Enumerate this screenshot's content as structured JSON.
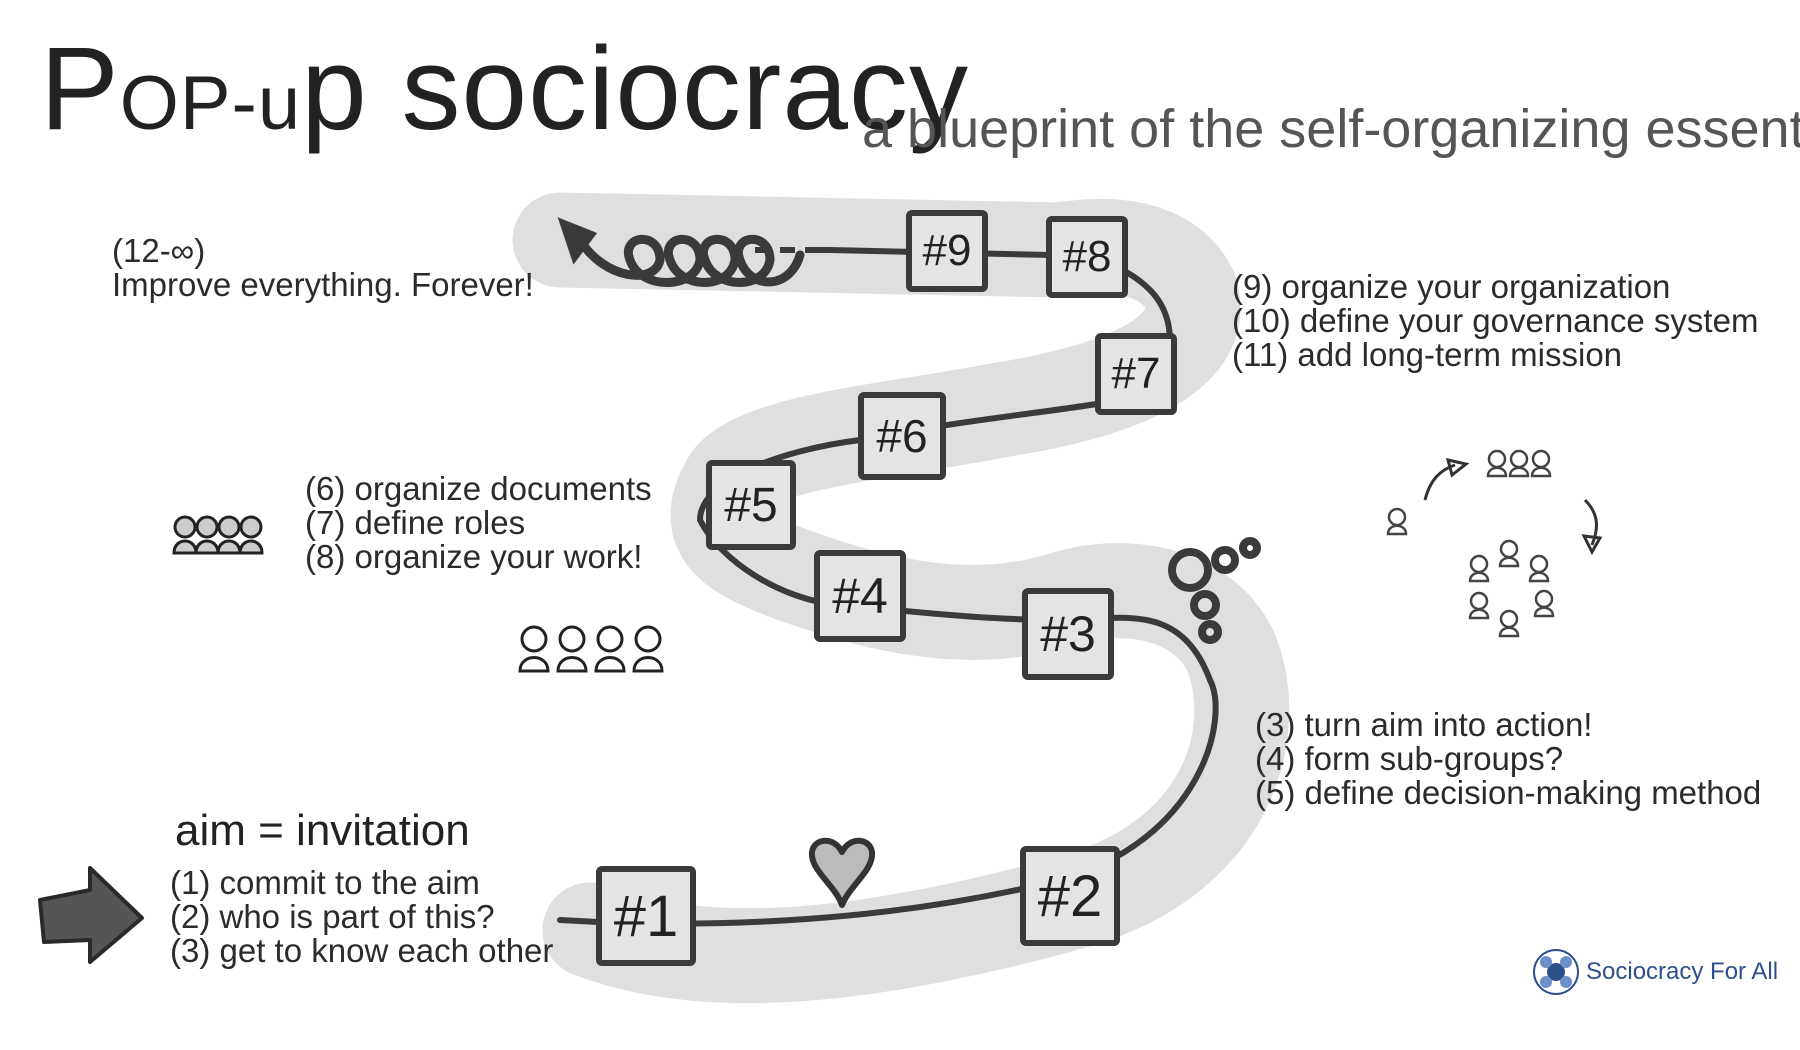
{
  "header": {
    "title_part1": "P",
    "title_part2": "O",
    "title_part3": "P-u",
    "title_part4": "p",
    "title_part5": " sociocracy",
    "subtitle": "a blueprint of the self-organizing essentials"
  },
  "steps": [
    "#1",
    "#2",
    "#3",
    "#4",
    "#5",
    "#6",
    "#7",
    "#8",
    "#9"
  ],
  "notes": {
    "forever": {
      "range": "(12-∞)",
      "text": "Improve everything. Forever!"
    },
    "org": [
      "(9)   organize your organization",
      "(10) define your governance system",
      "(11) add long-term mission"
    ],
    "docs": [
      "(6) organize documents",
      "(7) define roles",
      "(8) organize your work!"
    ],
    "action": [
      "(3) turn aim into action!",
      "(4) form sub-groups?",
      "(5) define decision-making method"
    ],
    "aim_title": "aim = invitation",
    "aim": [
      "(1) commit to the aim",
      "(2) who is part of this?",
      "(3) get to know each other"
    ]
  },
  "brand": {
    "name": "Sociocracy For All",
    "color": "#2d4f8c"
  },
  "icons": [
    "arrow-right-icon",
    "heart-icon",
    "people-icon",
    "gears-icon",
    "spiral-icon",
    "circle-people-icon"
  ]
}
